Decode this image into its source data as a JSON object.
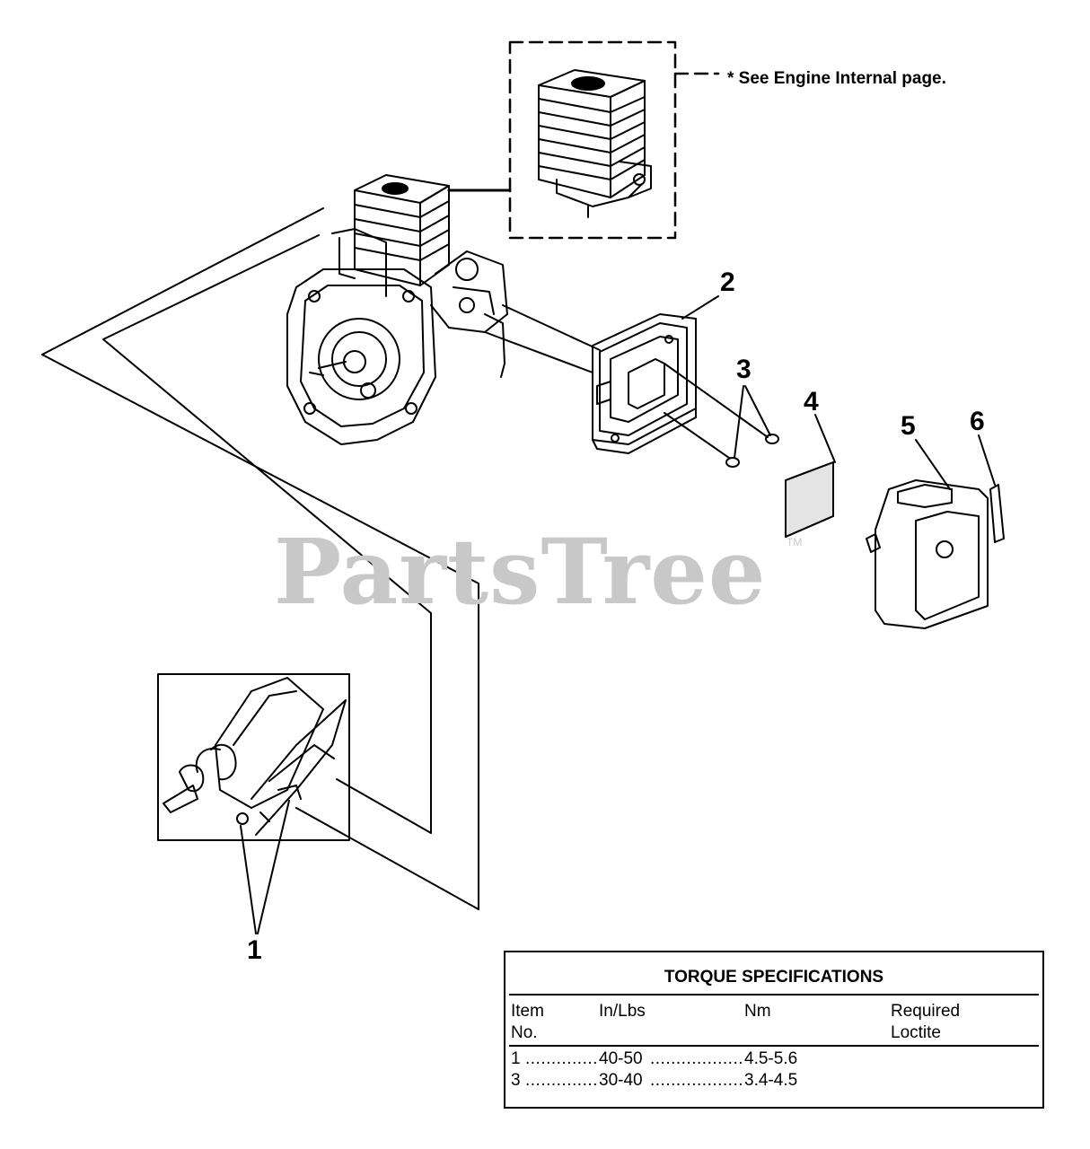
{
  "callouts": {
    "c1": "1",
    "c2": "2",
    "c3": "3",
    "c4": "4",
    "c5": "5",
    "c6": "6"
  },
  "note": "*  See Engine Internal page.",
  "watermark": {
    "text": "PartsTree",
    "tm": "TM"
  },
  "torque_table": {
    "title": "TORQUE SPECIFICATIONS",
    "headers": {
      "item_line1": "Item",
      "item_line2": "No.",
      "inlbs": "In/Lbs",
      "nm": "Nm",
      "loctite_line1": "Required",
      "loctite_line2": "Loctite"
    },
    "rows": [
      {
        "item": "1",
        "inlbs": "40-50",
        "nm": "4.5-5.6",
        "loctite": ""
      },
      {
        "item": "3",
        "inlbs": "30-40",
        "nm": "3.4-4.5",
        "loctite": ""
      }
    ]
  },
  "colors": {
    "line": "#000000",
    "watermark": "#c8c8c8",
    "background": "#ffffff"
  }
}
